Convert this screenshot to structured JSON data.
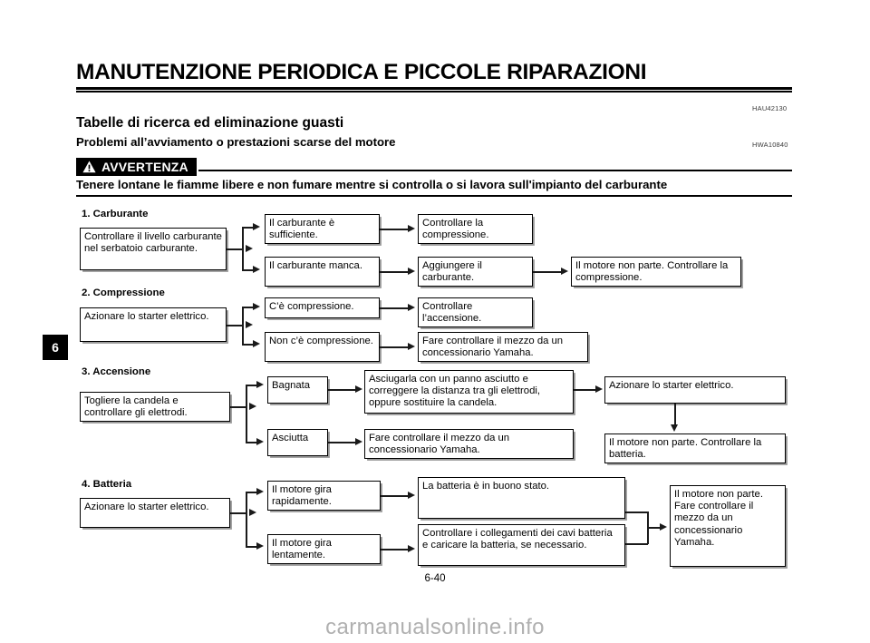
{
  "document": {
    "chapter_title": "MANUTENZIONE PERIODICA E PICCOLE RIPARAZIONI",
    "section_title": "Tabelle di ricerca ed eliminazione guasti",
    "subsection_title": "Problemi all’avviamento o prestazioni scarse del motore",
    "reference_code_1": "HAU42130",
    "reference_code_2": "HWA10840",
    "chapter_tab": "6",
    "page_number": "6-40",
    "watermark": "carmanualsonline.info"
  },
  "warning": {
    "badge_label": "AVVERTENZA",
    "icon": "warning-triangle-icon",
    "text": "Tenere lontane le fiamme libere e non fumare mentre si controlla o si lavora sull'impianto del carburante"
  },
  "flowcharts": [
    {
      "label": "1. Carburante",
      "start": "Controllare il livello carburante nel serbatoio carburante.",
      "branches": [
        {
          "condition": "Il carburante è sufficiente.",
          "action": "Controllare la compressione.",
          "result": ""
        },
        {
          "condition": "Il carburante manca.",
          "action": "Aggiungere il carburante.",
          "result": "Il motore non parte. Controllare la compressione."
        }
      ]
    },
    {
      "label": "2. Compressione",
      "start": "Azionare lo starter elettrico.",
      "branches": [
        {
          "condition": "C’è compressione.",
          "action": "Controllare l’accensione.",
          "result": ""
        },
        {
          "condition": "Non c’è compressione.",
          "action": "Fare controllare il mezzo da un concessionario Yamaha.",
          "result": ""
        }
      ]
    },
    {
      "label": "3. Accensione",
      "start": "Togliere la candela e controllare gli elettrodi.",
      "branches": [
        {
          "condition": "Bagnata",
          "action": "Asciugarla con un panno asciutto e correggere la distanza tra gli elettrodi, oppure sostituire la candela.",
          "result": "Azionare lo starter elettrico.",
          "result2": "Il motore non parte. Controllare la batteria."
        },
        {
          "condition": "Asciutta",
          "action": "Fare controllare il mezzo da un concessionario Yamaha.",
          "result": ""
        }
      ]
    },
    {
      "label": "4. Batteria",
      "start": "Azionare lo starter elettrico.",
      "branches": [
        {
          "condition": "Il motore gira rapidamente.",
          "action": "La batteria è in buono stato.",
          "result": ""
        },
        {
          "condition": "Il motore gira lentamente.",
          "action": "Controllare i collegamenti dei cavi batteria e caricare la batteria, se necessario.",
          "result": ""
        }
      ],
      "merged_result": "Il motore non parte. Fare controllare il mezzo da un concessionario Yamaha."
    }
  ]
}
